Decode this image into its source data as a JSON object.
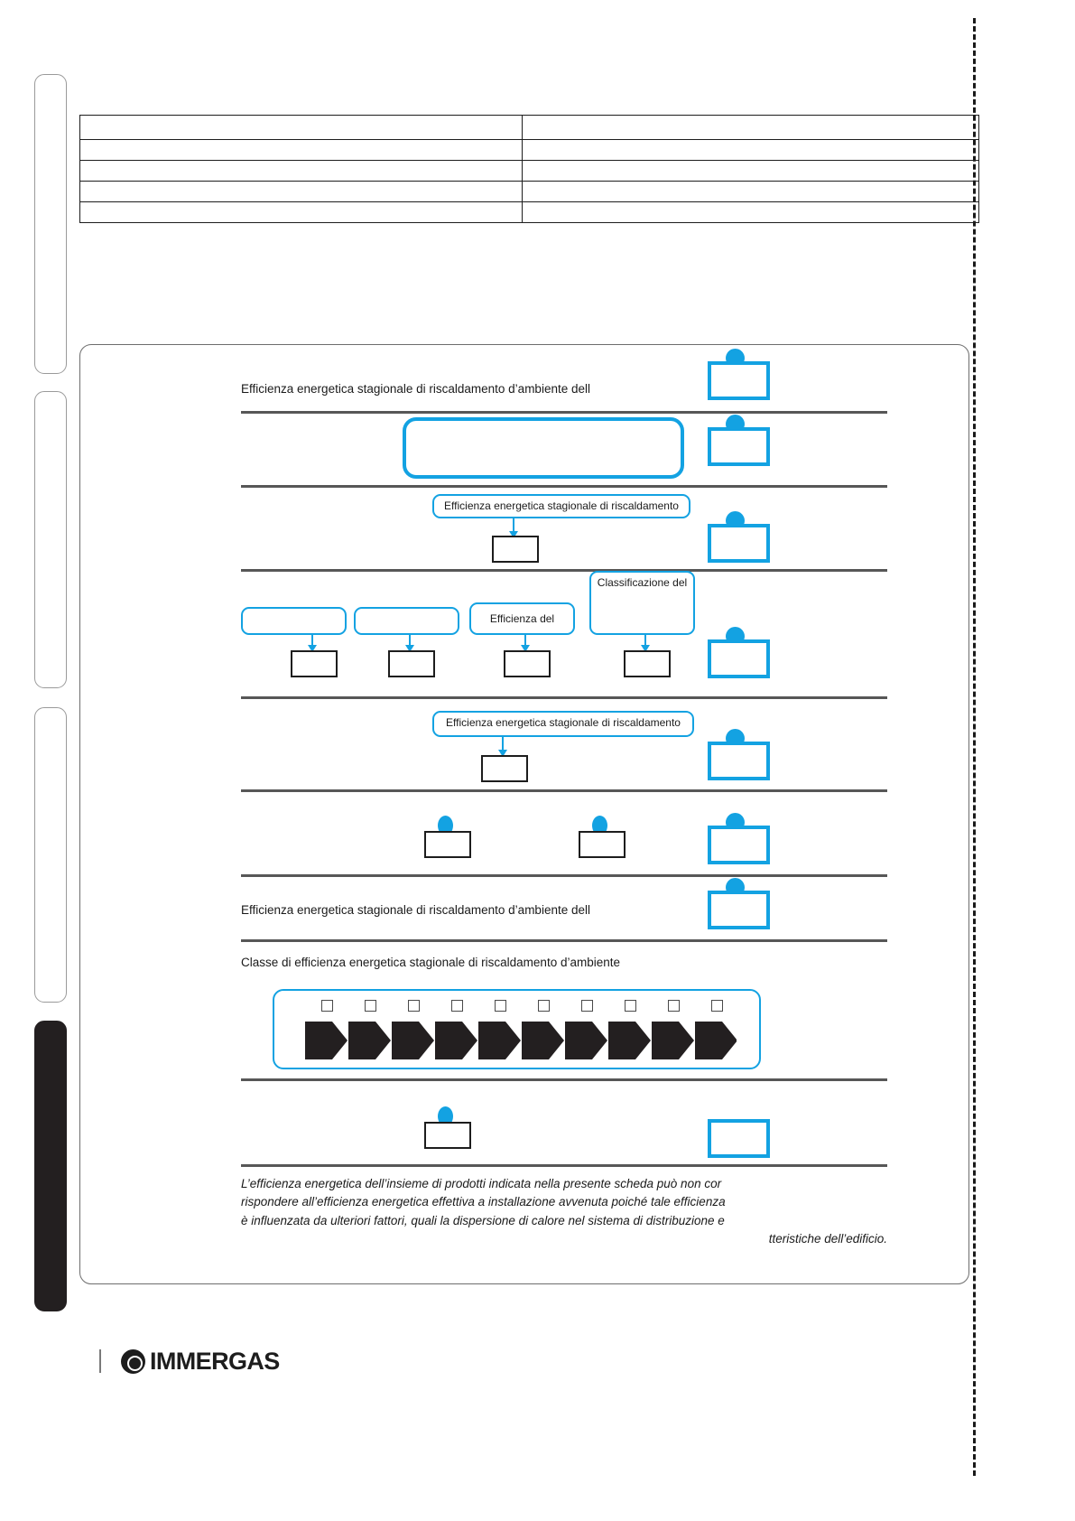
{
  "document": {
    "brand_name": "IMMERGAS",
    "brand_mark_icon": "immergas-flame-circle-icon"
  },
  "top_table": {
    "columns": 2,
    "rows": [
      {
        "label": "",
        "value": ""
      },
      {
        "label": "",
        "value": ""
      },
      {
        "label": "",
        "value": ""
      },
      {
        "label": "",
        "value": ""
      },
      {
        "label": "",
        "value": ""
      }
    ]
  },
  "fiche": {
    "rows": [
      {
        "id": "row-1",
        "label": "Efficienza energetica stagionale di riscaldamento d’ambiente dell",
        "result_value": ""
      },
      {
        "id": "row-2",
        "callout": "",
        "result_value": ""
      },
      {
        "id": "row-3",
        "callout": "Efficienza energetica stagionale di riscaldamento",
        "box_value": "",
        "result_value": ""
      },
      {
        "id": "row-4",
        "callouts": [
          "",
          "",
          "Efficienza del",
          "Classificazione del"
        ],
        "box_values": [
          "",
          "",
          "",
          ""
        ],
        "result_value": ""
      },
      {
        "id": "row-5",
        "callout": "Efficienza energetica stagionale di riscaldamento",
        "box_value": "",
        "result_value": ""
      },
      {
        "id": "row-6",
        "box_values": [
          "",
          ""
        ],
        "result_value": ""
      },
      {
        "id": "row-7",
        "label": "Efficienza energetica stagionale di riscaldamento d’ambiente dell",
        "result_value": ""
      },
      {
        "id": "row-8",
        "label": "Classe di efficienza energetica stagionale di riscaldamento d’ambiente",
        "scale": {
          "checkbox_count": 10,
          "arrow_count": 10,
          "checkbox_values": [
            "",
            "",
            "",
            "",
            "",
            "",
            "",
            "",
            "",
            ""
          ]
        }
      },
      {
        "id": "row-9",
        "box_value": "",
        "result_value": ""
      }
    ],
    "disclaimer": {
      "line1": "L’efficienza energetica dell’insieme di prodotti indicata nella presente scheda può non cor",
      "line2": "rispondere all’efficienza energetica effettiva a installazione avvenuta poiché tale efficienza",
      "line3": "è influenzata da ulteriori fattori, quali la dispersione di calore nel sistema di distribuzione e",
      "line4": "tteristiche dell’edificio."
    }
  },
  "colors": {
    "accent_blue": "#13A2E2",
    "rule_grey": "#575757",
    "ink": "#1d1d1d",
    "tab_dark": "#231f20"
  }
}
